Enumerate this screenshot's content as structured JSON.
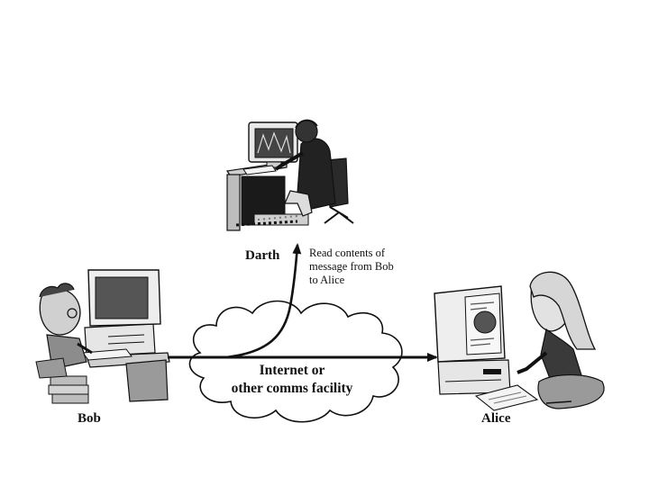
{
  "diagram": {
    "darth": {
      "name": "Darth"
    },
    "bob": {
      "name": "Bob"
    },
    "alice": {
      "name": "Alice"
    },
    "annotation": {
      "lines": [
        "Read contents of",
        "message from Bob",
        "to Alice"
      ]
    },
    "network": {
      "lines": [
        "Internet or",
        "other comms facility"
      ]
    }
  },
  "colors": {
    "ink": "#111111",
    "paper": "#ffffff",
    "screen": "#5a5a5a",
    "shade": "#9a9a9a",
    "light": "#d9d9d9"
  }
}
